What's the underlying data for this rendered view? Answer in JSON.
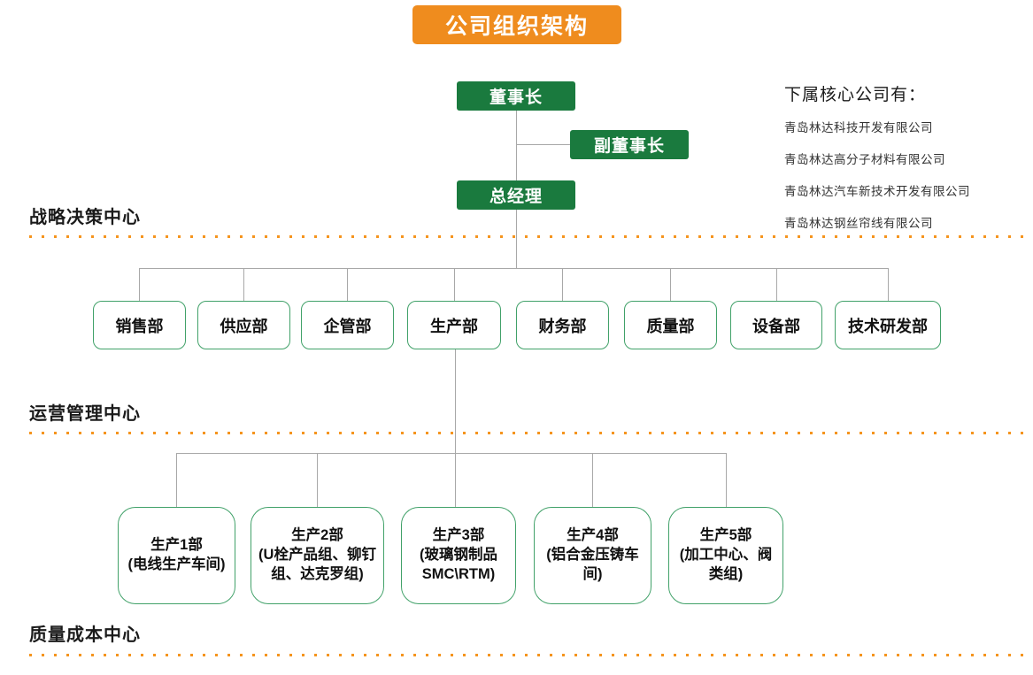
{
  "title": "公司组织架构",
  "colors": {
    "banner_orange": "#EF8C1E",
    "node_green": "#1A7A3E",
    "outline_green": "#41A169",
    "divider_orange": "#F5941D",
    "connector_gray": "#A8A8A8"
  },
  "leadership": [
    {
      "label": "董事长"
    },
    {
      "label": "副董事长"
    },
    {
      "label": "总经理"
    }
  ],
  "subsidiaries": {
    "header": "下属核心公司有：",
    "companies": [
      "青岛林达科技开发有限公司",
      "青岛林达高分子材料有限公司",
      "青岛林达汽车新技术开发有限公司",
      "青岛林达钢丝帘线有限公司"
    ]
  },
  "sections": [
    {
      "label": "战略决策中心"
    },
    {
      "label": "运营管理中心"
    },
    {
      "label": "质量成本中心"
    }
  ],
  "departments": [
    {
      "label": "销售部"
    },
    {
      "label": "供应部"
    },
    {
      "label": "企管部"
    },
    {
      "label": "生产部"
    },
    {
      "label": "财务部"
    },
    {
      "label": "质量部"
    },
    {
      "label": "设备部"
    },
    {
      "label": "技术研发部"
    }
  ],
  "production_units": [
    {
      "name": "生产1部",
      "detail": "(电线生产车间)"
    },
    {
      "name": "生产2部",
      "detail": "(U栓产品组、铆钉组、达克罗组)"
    },
    {
      "name": "生产3部",
      "detail": "(玻璃钢制品SMC\\RTM)"
    },
    {
      "name": "生产4部",
      "detail": "(铝合金压铸车间)"
    },
    {
      "name": "生产5部",
      "detail": "(加工中心、阀类组)"
    }
  ]
}
